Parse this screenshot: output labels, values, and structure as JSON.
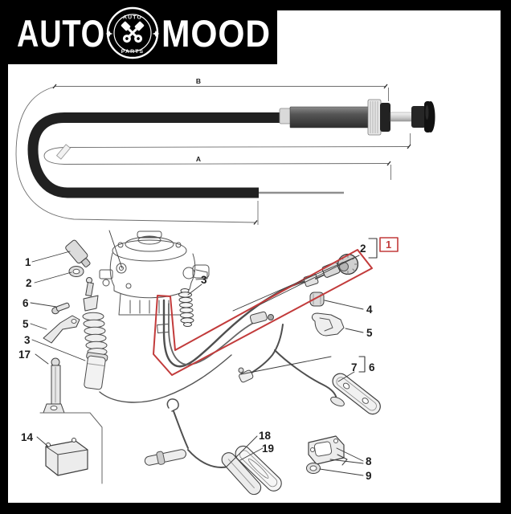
{
  "brand": {
    "name_left": "AUTO",
    "name_right": "MOOD",
    "emblem_top": "AUTO",
    "emblem_bottom": "PARTS"
  },
  "figure": {
    "dim_top_label": "B",
    "dim_mid_label": "A"
  },
  "callouts": {
    "n1": "1",
    "n2": "2",
    "n3": "3",
    "n4": "4",
    "n5": "5",
    "n6": "6",
    "n7": "7",
    "n8": "8",
    "n9": "9",
    "n14": "14",
    "n17": "17",
    "n18": "18",
    "n19": "19"
  },
  "assembly_box": {
    "ref": "1",
    "linked": "2"
  },
  "colors": {
    "highlight": "#c23b3b",
    "ink": "#3a3a3a",
    "frame": "#000000",
    "paper": "#ffffff"
  }
}
